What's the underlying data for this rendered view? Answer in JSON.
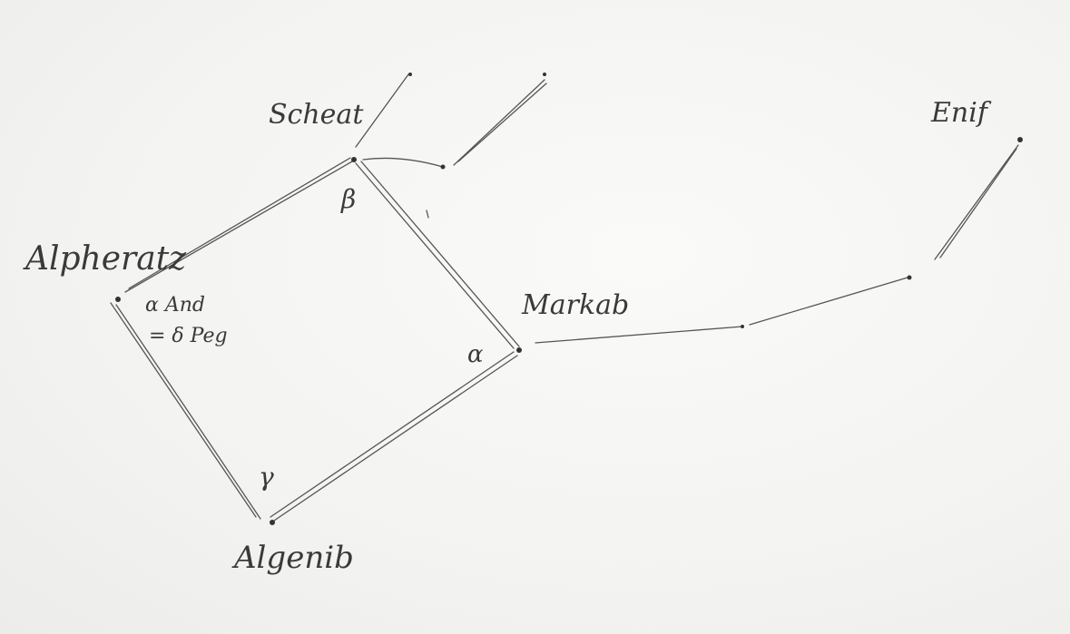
{
  "stars": {
    "scheat": "Scheat",
    "enif": "Enif",
    "alpheratz": "Alpheratz",
    "markab": "Markab",
    "algenib": "Algenib"
  },
  "greek": {
    "beta": "β",
    "alpha": "α",
    "gamma": "γ"
  },
  "note": {
    "line1": "α And",
    "line2": "= δ Peg"
  },
  "colors": {
    "pencil": "#4a4a4a",
    "paper": "#f4f4f2"
  }
}
